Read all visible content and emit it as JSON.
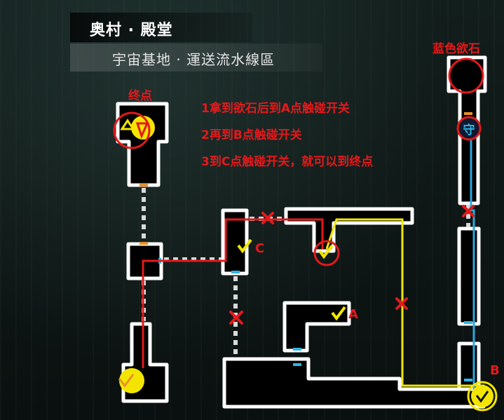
{
  "header": {
    "title": "奥村 · 殿堂",
    "subtitle": "宇宙基地 · 運送流水線區"
  },
  "annotations": {
    "goal_label": "终点",
    "blue_stone_label": "蓝色欲石",
    "steps": [
      "1拿到欲石后到A点触碰开关",
      "2再到B点触碰开关",
      "3到C点触碰开关，就可以到终点"
    ]
  },
  "switches": {
    "a": "A",
    "b": "B",
    "c": "C"
  },
  "guard_marker": "守",
  "colors": {
    "annotation_red": "#e4191b",
    "path_yellow": "#f2e600",
    "path_blue": "#2aa8e0",
    "wall_white": "#ffffff",
    "door_orange": "#e8902a",
    "door_cyan": "#2fb4e6"
  }
}
